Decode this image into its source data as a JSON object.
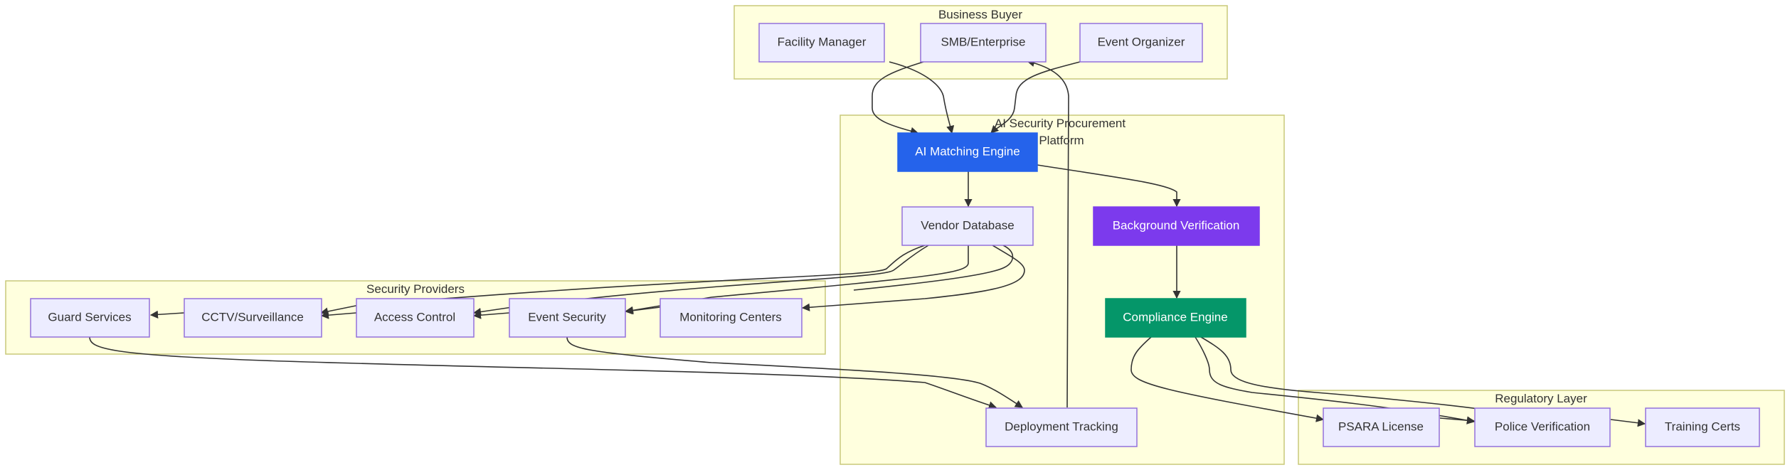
{
  "colors": {
    "cluster_fill": "#ffffde",
    "cluster_stroke": "#c8c87a",
    "node_fill": "#ececff",
    "node_stroke": "#9370db",
    "edge": "#333333",
    "ai_engine": "#2563eb",
    "background_verification": "#7c3aed",
    "compliance_engine": "#059669"
  },
  "clusters": {
    "business_buyer": "Business Buyer",
    "platform_line1": "AI Security Procurement",
    "platform_line2": "Platform",
    "security_providers": "Security Providers",
    "regulatory_layer": "Regulatory Layer"
  },
  "nodes": {
    "facility_manager": "Facility Manager",
    "smb_enterprise": "SMB/Enterprise",
    "event_organizer": "Event Organizer",
    "ai_matching_engine": "AI Matching Engine",
    "vendor_database": "Vendor Database",
    "background_verification": "Background Verification",
    "compliance_engine": "Compliance Engine",
    "deployment_tracking": "Deployment Tracking",
    "guard_services": "Guard Services",
    "cctv_surveillance": "CCTV/Surveillance",
    "access_control": "Access Control",
    "event_security": "Event Security",
    "monitoring_centers": "Monitoring Centers",
    "psara_license": "PSARA License",
    "police_verification": "Police Verification",
    "training_certs": "Training Certs"
  },
  "edges": [
    {
      "from": "facility_manager",
      "to": "ai_matching_engine"
    },
    {
      "from": "smb_enterprise",
      "to": "ai_matching_engine"
    },
    {
      "from": "event_organizer",
      "to": "ai_matching_engine"
    },
    {
      "from": "ai_matching_engine",
      "to": "vendor_database"
    },
    {
      "from": "ai_matching_engine",
      "to": "background_verification"
    },
    {
      "from": "background_verification",
      "to": "compliance_engine"
    },
    {
      "from": "vendor_database",
      "to": "cctv_surveillance"
    },
    {
      "from": "vendor_database",
      "to": "access_control"
    },
    {
      "from": "vendor_database",
      "to": "event_security"
    },
    {
      "from": "vendor_database",
      "to": "monitoring_centers"
    },
    {
      "from": "cctv_surveillance",
      "to": "guard_services"
    },
    {
      "from": "access_control",
      "to": "cctv_surveillance"
    },
    {
      "from": "event_security",
      "to": "access_control"
    },
    {
      "from": "monitoring_centers",
      "to": "event_security"
    },
    {
      "from": "guard_services",
      "to": "deployment_tracking"
    },
    {
      "from": "event_security",
      "to": "deployment_tracking"
    },
    {
      "from": "deployment_tracking",
      "to": "smb_enterprise"
    },
    {
      "from": "compliance_engine",
      "to": "psara_license"
    },
    {
      "from": "compliance_engine",
      "to": "police_verification"
    },
    {
      "from": "compliance_engine",
      "to": "training_certs"
    },
    {
      "from": "psara_license",
      "to": "police_verification"
    },
    {
      "from": "police_verification",
      "to": "training_certs"
    }
  ]
}
